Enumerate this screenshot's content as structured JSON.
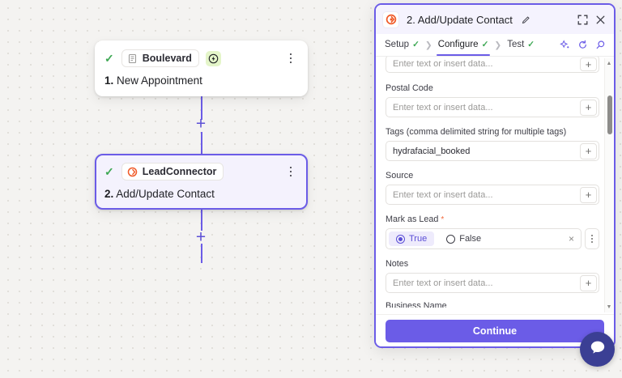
{
  "canvas": {
    "nodes": [
      {
        "check": "✓",
        "app": "Boulevard",
        "app_icon": "boulevard-icon",
        "badge_icon": "power-bolt-icon",
        "step": "1.",
        "title": "New Appointment",
        "menu_icon": "kebab-menu-icon"
      },
      {
        "check": "✓",
        "app": "LeadConnector",
        "app_icon": "leadconnector-icon",
        "step": "2.",
        "title": "Add/Update Contact",
        "menu_icon": "kebab-menu-icon"
      }
    ],
    "add_step_label": "+"
  },
  "panel": {
    "logo_icon": "leadconnector-logo-icon",
    "title": "2. Add/Update Contact",
    "edit_icon": "pencil-icon",
    "expand_icon": "expand-icon",
    "close_icon": "close-icon",
    "tabs": [
      {
        "label": "Setup",
        "tick": "✓",
        "active": false
      },
      {
        "label": "Configure",
        "tick": "✓",
        "active": true
      },
      {
        "label": "Test",
        "tick": "✓",
        "active": false
      }
    ],
    "tab_separator": "❯",
    "actions": [
      {
        "name": "ai-sparkle-icon"
      },
      {
        "name": "refresh-icon"
      },
      {
        "name": "search-icon"
      }
    ],
    "fields": [
      {
        "label": "",
        "value": "",
        "placeholder": "Enter text or insert data...",
        "insert_button": "+",
        "clipped": true
      },
      {
        "label": "Postal Code",
        "value": "",
        "placeholder": "Enter text or insert data...",
        "insert_button": "+"
      },
      {
        "label": "Tags (comma delimited string for multiple tags)",
        "value": "hydrafacial_booked",
        "placeholder": "Enter text or insert data...",
        "insert_button": "+"
      },
      {
        "label": "Source",
        "value": "",
        "placeholder": "Enter text or insert data...",
        "insert_button": "+"
      }
    ],
    "mark_as_lead": {
      "label": "Mark as Lead",
      "required_marker": "*",
      "options": [
        {
          "label": "True",
          "selected": true
        },
        {
          "label": "False",
          "selected": false
        }
      ],
      "clear_icon": "×",
      "menu_icon": "kebab-menu-icon"
    },
    "notes_field": {
      "label": "Notes",
      "value": "",
      "placeholder": "Enter text or insert data...",
      "insert_button": "+"
    },
    "next_field_label": "Business Name",
    "scrollbar": {
      "up_arrow": "▲",
      "down_arrow": "▼"
    },
    "footer": {
      "continue_label": "Continue"
    }
  },
  "chat_widget": {
    "icon": "chat-bubble-icon"
  },
  "colors": {
    "accent": "#6b5ce7",
    "accent_dark": "#5b4fd6",
    "success": "#3ea854",
    "required": "#f26b3d",
    "canvas_bg": "#f4f3f1",
    "node_selected_bg": "#f4f2fd",
    "chat_bg": "#3b3f94"
  }
}
